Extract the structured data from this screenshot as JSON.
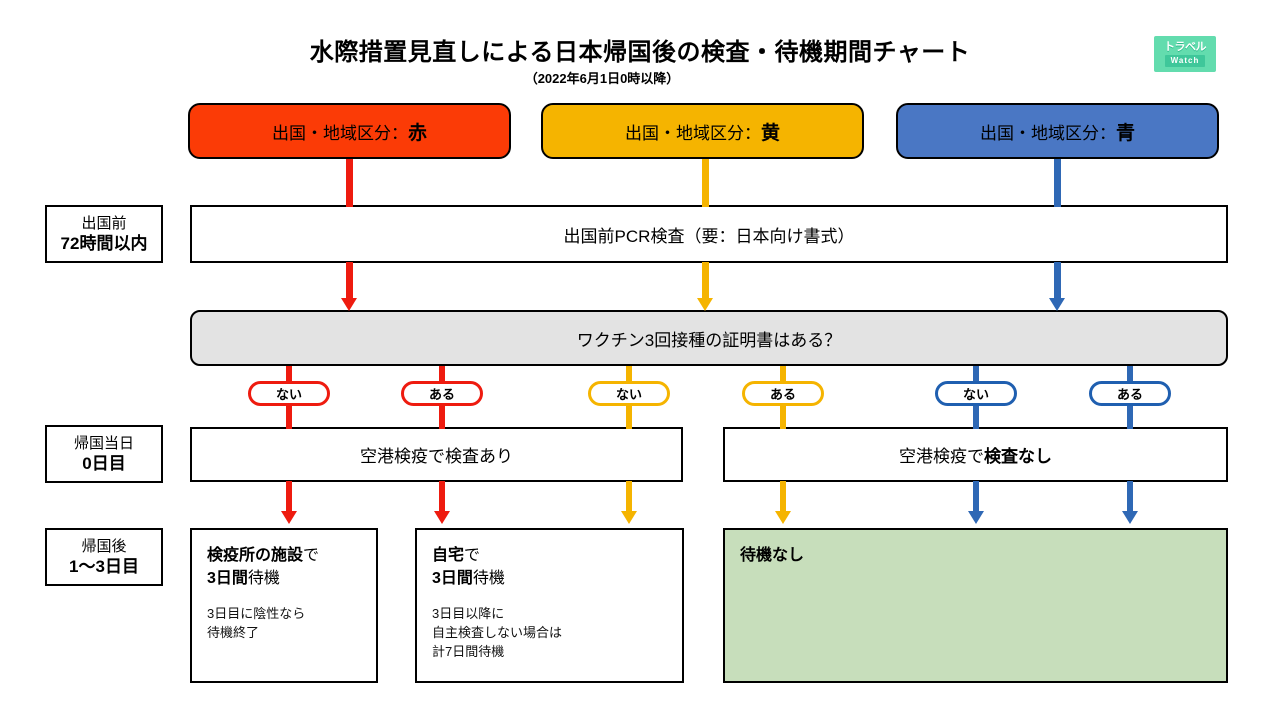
{
  "header": {
    "title": "水際措置見直しによる日本帰国後の検査・待機期間チャート",
    "subtitle": "（2022年6月1日0時以降）"
  },
  "logo": {
    "top_text": "トラベル",
    "bottom_text": "Watch",
    "bg_color": "#63dcae",
    "badge_color": "#3fc79a"
  },
  "stage_labels": [
    {
      "name": "departure",
      "line1": "出国前",
      "line2": "72時間以内"
    },
    {
      "name": "arrival-day",
      "line1": "帰国当日",
      "line2": "0日目"
    },
    {
      "name": "after-return",
      "line1": "帰国後",
      "line2": "1〜3日目"
    }
  ],
  "categories": [
    {
      "key": "red",
      "prefix": "出国・地域区分：",
      "value": "赤",
      "color": "#fb3b06"
    },
    {
      "key": "yellow",
      "prefix": "出国・地域区分：",
      "value": "黄",
      "color": "#f5b400"
    },
    {
      "key": "blue",
      "prefix": "出国・地域区分：",
      "value": "青",
      "color": "#4a77c4"
    }
  ],
  "steps": {
    "pcr": "出国前PCR検査（要：日本向け書式）",
    "question": "ワクチン3回接種の証明書はある？",
    "airport_test_yes_prefix": "空港検疫で",
    "airport_test_yes_strong": "検査あり",
    "airport_test_no_prefix": "空港検疫で",
    "airport_test_no_strong": "検査なし"
  },
  "pills": [
    {
      "key": "red-none",
      "label": "ない",
      "color": "#ee1b0f"
    },
    {
      "key": "red-have",
      "label": "ある",
      "color": "#ee1b0f"
    },
    {
      "key": "yellow-none",
      "label": "ない",
      "color": "#f5b400"
    },
    {
      "key": "yellow-have",
      "label": "ある",
      "color": "#f5b400"
    },
    {
      "key": "blue-none",
      "label": "ない",
      "color": "#1f5fb0"
    },
    {
      "key": "blue-have",
      "label": "ある",
      "color": "#1f5fb0"
    }
  ],
  "results": [
    {
      "key": "facility",
      "head_strong_1": "検疫所の施設",
      "head_rest_1": "で",
      "head_strong_2": "3日間",
      "head_rest_2": "待機",
      "note_lines": [
        "3日目に陰性なら",
        "待機終了"
      ],
      "bg": "#ffffff"
    },
    {
      "key": "home",
      "head_strong_1": "自宅",
      "head_rest_1": "で",
      "head_strong_2": "3日間",
      "head_rest_2": "待機",
      "note_lines": [
        "3日目以降に",
        "自主検査しない場合は",
        "計7日間待機"
      ],
      "bg": "#ffffff"
    },
    {
      "key": "no-quarantine",
      "head_strong_1": "待機なし",
      "head_rest_1": "",
      "head_strong_2": "",
      "head_rest_2": "",
      "note_lines": [],
      "bg": "#c7debb"
    }
  ],
  "colors": {
    "red_line": "#ee1b0f",
    "yellow_line": "#f5b400",
    "blue_line": "#2f68b5",
    "question_fill": "#e3e3e3",
    "green_fill": "#c7debb"
  }
}
